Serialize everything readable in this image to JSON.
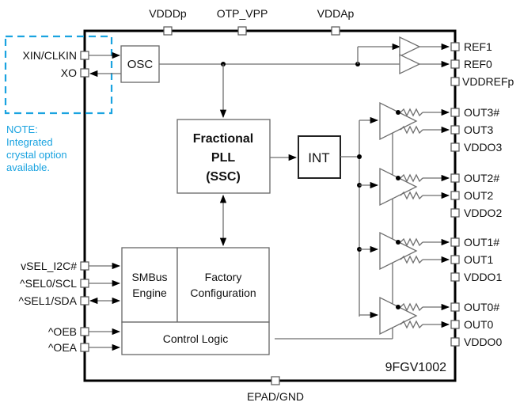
{
  "chip_name": "9FGV1002",
  "top_pins": [
    "VDDDp",
    "OTP_VPP",
    "VDDAp"
  ],
  "bottom_pin": "EPAD/GND",
  "left_pins": {
    "crystal": [
      "XIN/CLKIN",
      "XO"
    ],
    "control": [
      "vSEL_I2C#",
      "^SEL0/SCL",
      "^SEL1/SDA",
      "^OEB",
      "^OEA"
    ]
  },
  "right_pins": {
    "ref": [
      "REF1",
      "REF0",
      "VDDREFp"
    ],
    "out3": [
      "OUT3#",
      "OUT3",
      "VDDO3"
    ],
    "out2": [
      "OUT2#",
      "OUT2",
      "VDDO2"
    ],
    "out1": [
      "OUT1#",
      "OUT1",
      "VDDO1"
    ],
    "out0": [
      "OUT0#",
      "OUT0",
      "VDDO0"
    ]
  },
  "blocks": {
    "osc": "OSC",
    "pll": [
      "Fractional",
      "PLL",
      "(SSC)"
    ],
    "int": "INT",
    "smbus": [
      "SMBus",
      "Engine"
    ],
    "factory": [
      "Factory",
      "Configuration"
    ],
    "control": "Control Logic"
  },
  "note": [
    "NOTE:",
    "Integrated",
    "crystal option",
    "available."
  ],
  "colors": {
    "note": "#1aa3e0",
    "border": "#000000",
    "wire": "#6e6e6e"
  }
}
